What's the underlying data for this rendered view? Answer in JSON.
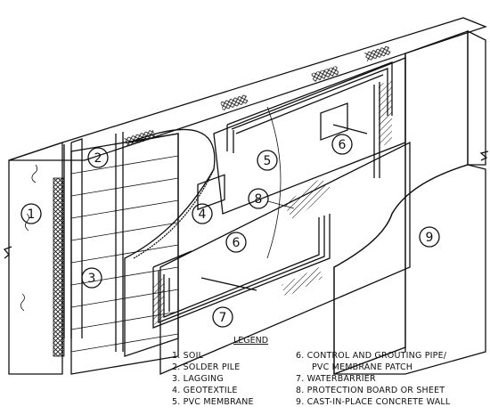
{
  "callouts": {
    "c1": "1",
    "c2": "2",
    "c3": "3",
    "c4": "4",
    "c5": "5",
    "c6a": "6",
    "c6b": "6",
    "c7": "7",
    "c8": "8",
    "c9": "9"
  },
  "legend": {
    "title": "LEGEND",
    "items": [
      "1.  SOIL",
      "2.  SOLDER PILE",
      "3.  LAGGING",
      "4.  GEOTEXTILE",
      "5.  PVC MEMBRANE",
      "6.  CONTROL AND GROUTING PIPE/",
      "PVC MEMBRANE PATCH",
      "7.  WATERBARRIER",
      "8.  PROTECTION BOARD OR SHEET",
      "9.  CAST-IN-PLACE CONCRETE WALL"
    ]
  },
  "colors": {
    "ink": "#111111",
    "paper": "#ffffff",
    "concrete": "#f4f4f4"
  }
}
